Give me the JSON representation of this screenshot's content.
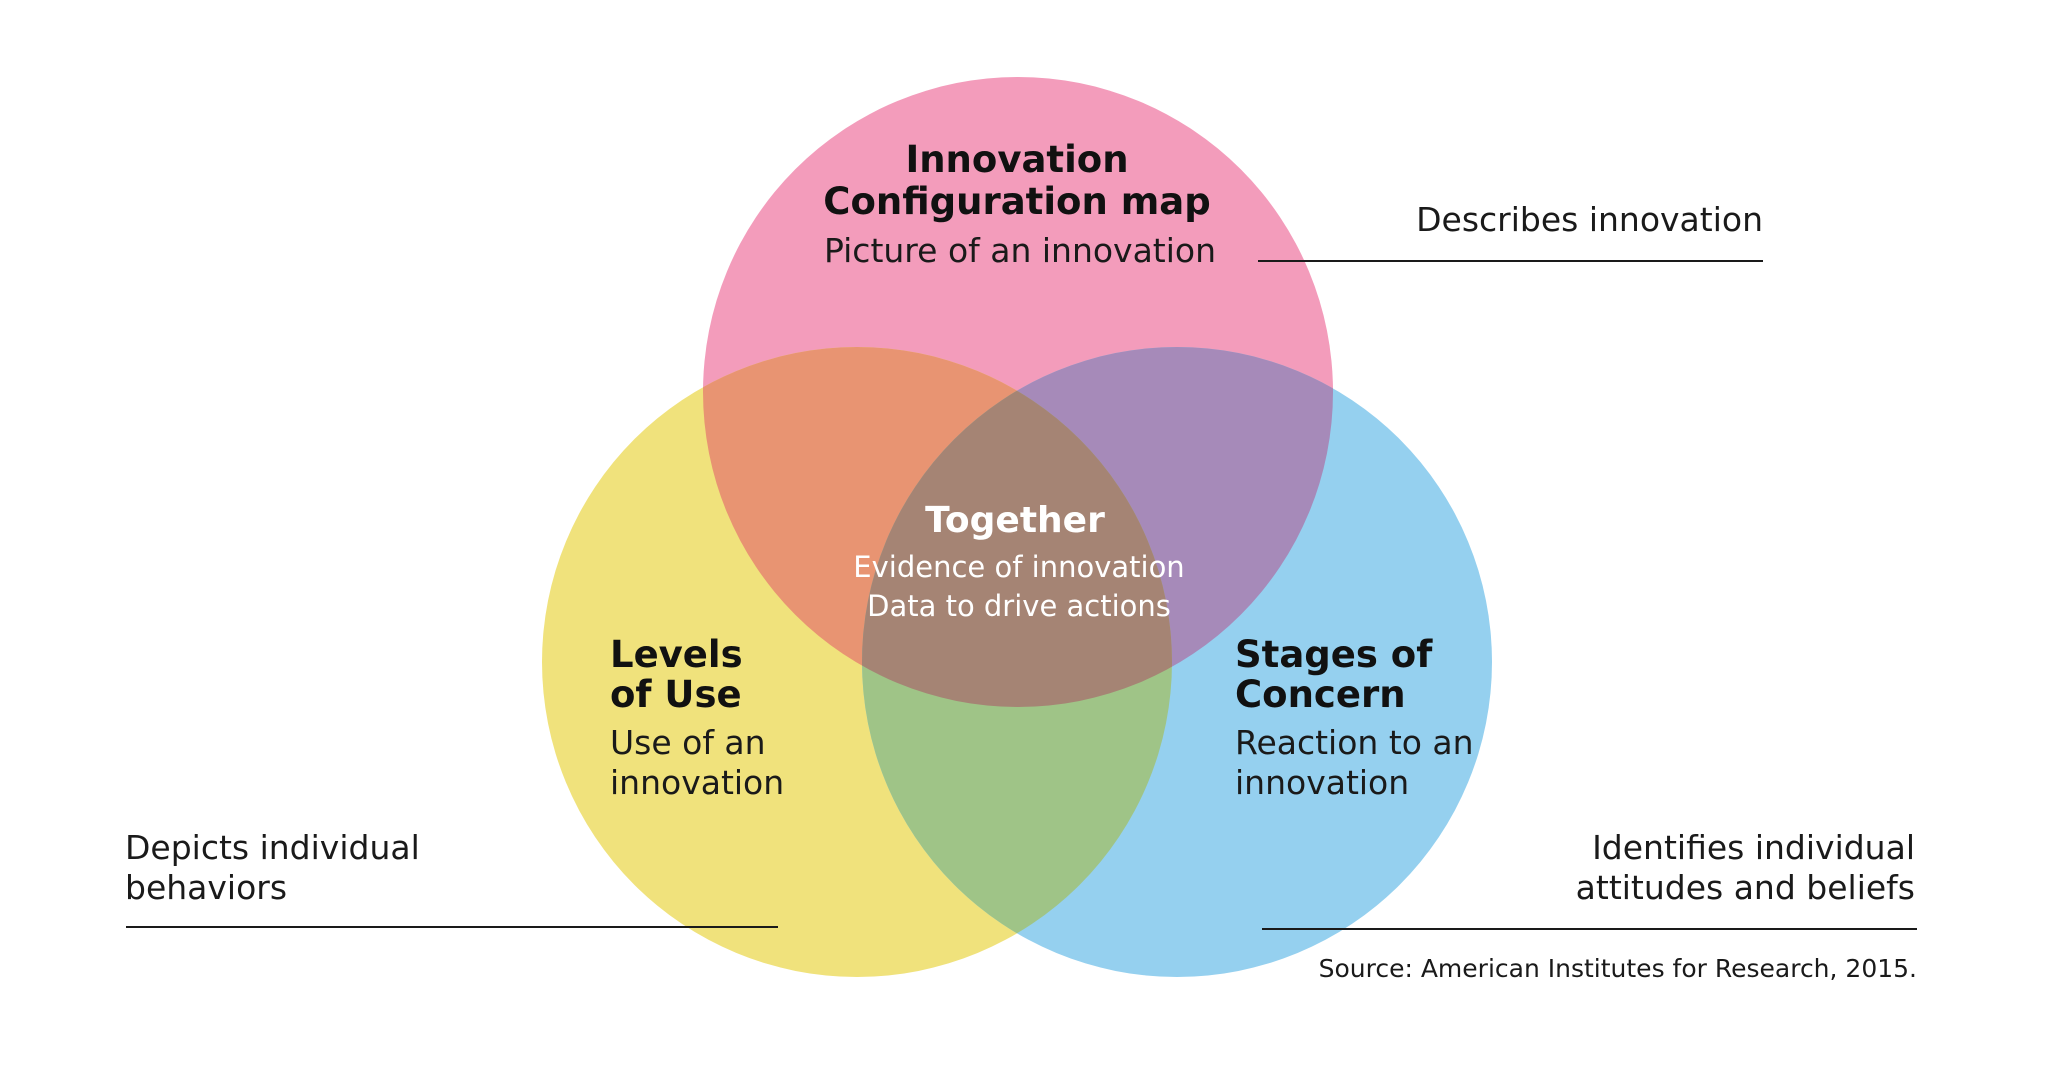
{
  "colors": {
    "top": "#f39cbb",
    "left": "#f0e27c",
    "right": "#95d0ef",
    "top_left": "#e89472",
    "top_right": "#a68ab9",
    "left_right": "#9fc487",
    "center": "#a58474"
  },
  "circles": {
    "top": {
      "title_lines": [
        "Innovation",
        "Configuration map"
      ],
      "subtitle": "Picture of an innovation",
      "note": "Describes innovation"
    },
    "left": {
      "title_lines": [
        "Levels",
        "of Use"
      ],
      "subtitle_lines": [
        "Use of an",
        "innovation"
      ],
      "note_lines": [
        "Depicts individual",
        "behaviors"
      ]
    },
    "right": {
      "title_lines": [
        "Stages of",
        "Concern"
      ],
      "subtitle_lines": [
        "Reaction to an",
        "innovation"
      ],
      "note_lines": [
        "Identifies individual",
        "attitudes and beliefs"
      ]
    }
  },
  "center": {
    "title": "Together",
    "lines": [
      "Evidence of innovation",
      "Data to drive actions"
    ]
  },
  "source": "Source: American Institutes for Research, 2015."
}
